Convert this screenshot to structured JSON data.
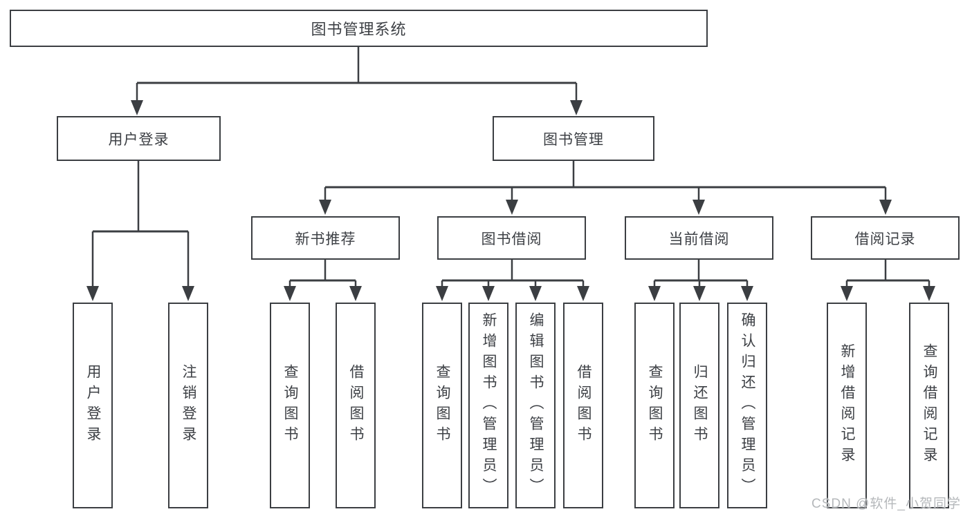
{
  "tree": {
    "root": {
      "label": "图书管理系统"
    },
    "branches": [
      {
        "label": "用户登录",
        "children": [
          {
            "label": "用户登录"
          },
          {
            "label": "注销登录"
          }
        ]
      },
      {
        "label": "图书管理",
        "sections": [
          {
            "label": "新书推荐",
            "children": [
              {
                "label": "查询图书"
              },
              {
                "label": "借阅图书"
              }
            ]
          },
          {
            "label": "图书借阅",
            "children": [
              {
                "label": "查询图书"
              },
              {
                "label": "新增图书（管理员）"
              },
              {
                "label": "编辑图书（管理员）"
              },
              {
                "label": "借阅图书"
              }
            ]
          },
          {
            "label": "当前借阅",
            "children": [
              {
                "label": "查询图书"
              },
              {
                "label": "归还图书"
              },
              {
                "label": "确认归还（管理员）"
              }
            ]
          },
          {
            "label": "借阅记录",
            "children": [
              {
                "label": "新增借阅记录"
              },
              {
                "label": "查询借阅记录"
              }
            ]
          }
        ]
      }
    ]
  },
  "watermark": {
    "text": "CSDN @软件_小贺同学"
  },
  "colors": {
    "line": "#3b3e42",
    "text": "#3d4045",
    "watermark": "#b5b8bb",
    "background": "#ffffff"
  }
}
